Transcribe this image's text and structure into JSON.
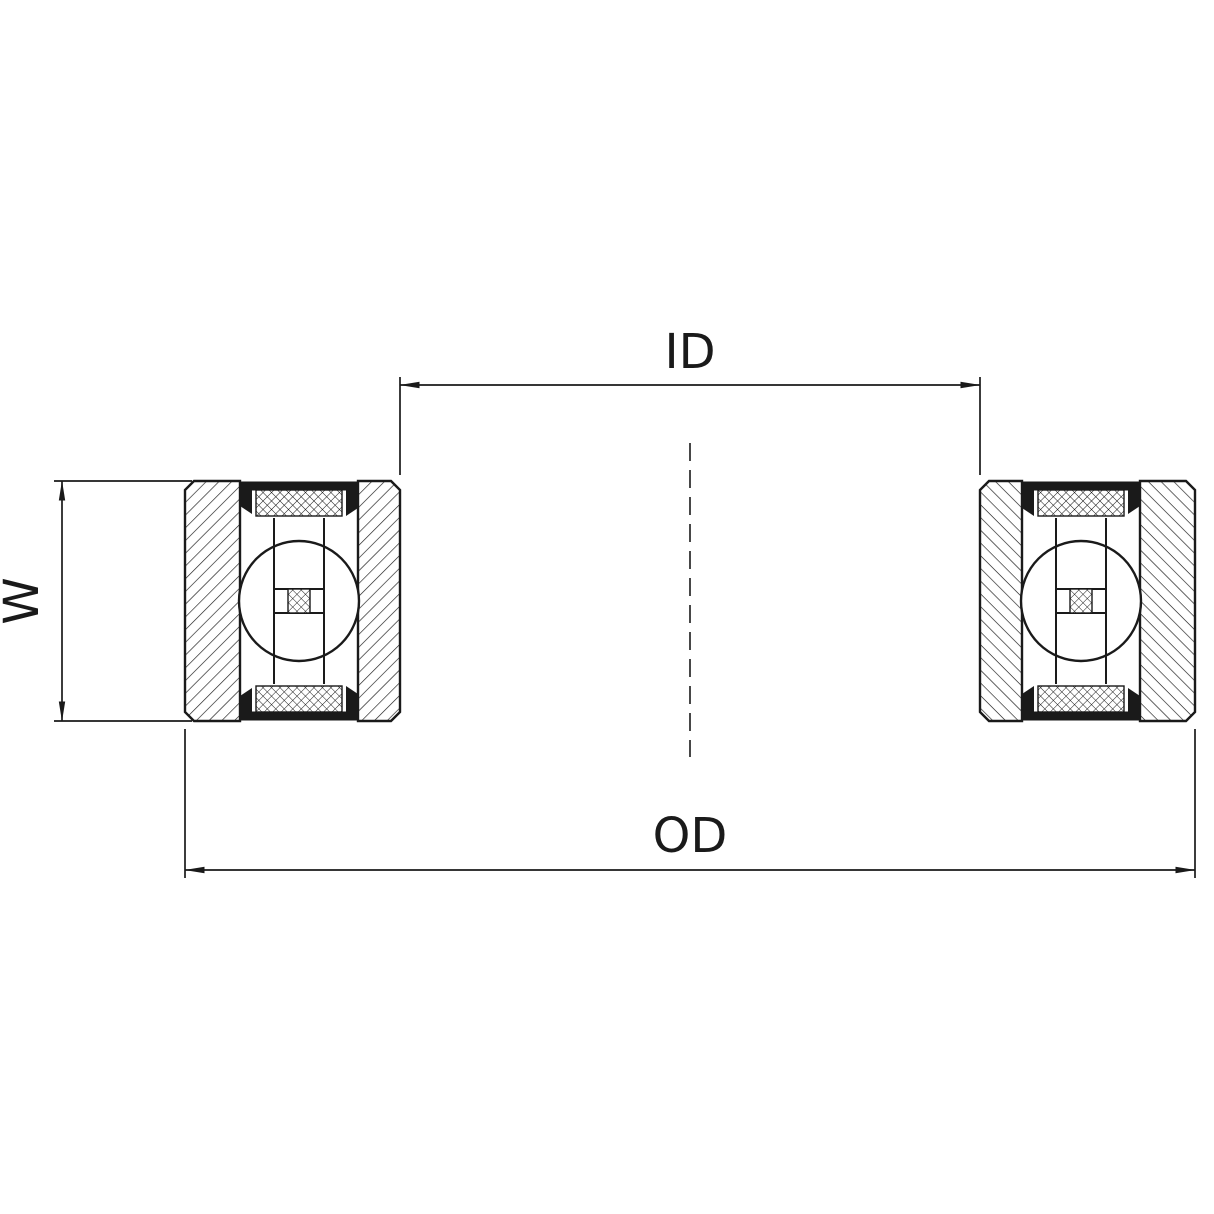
{
  "diagram": {
    "labels": {
      "inner_diameter": "ID",
      "outer_diameter": "OD",
      "width": "W"
    },
    "colors": {
      "line": "#1a1a1a",
      "background": "#ffffff"
    }
  }
}
